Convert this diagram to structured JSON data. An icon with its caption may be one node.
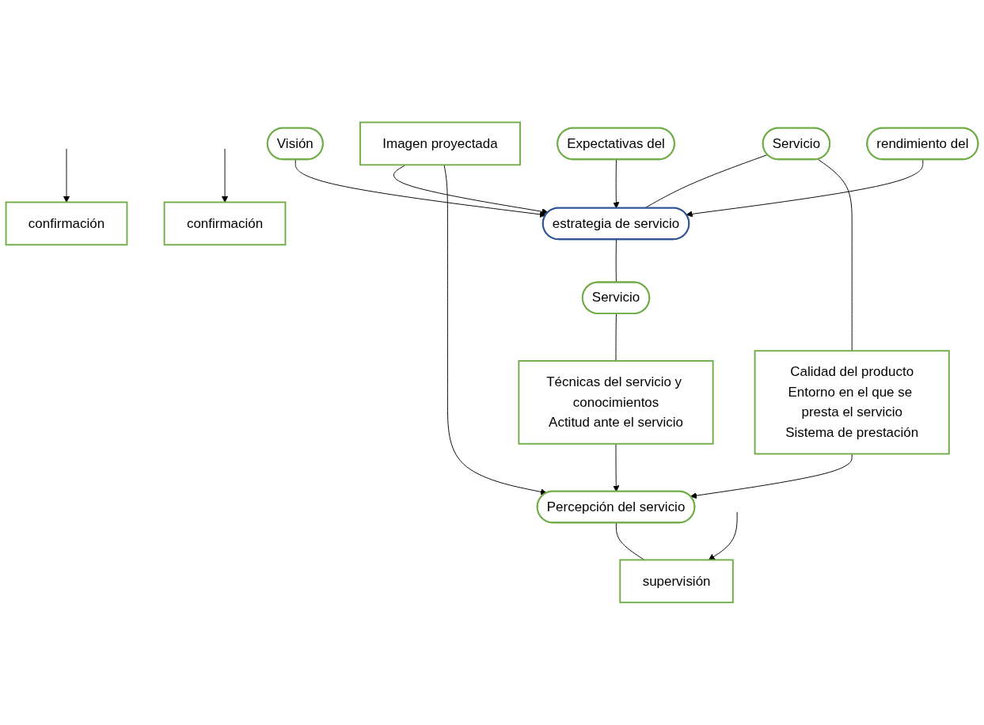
{
  "diagram": {
    "nodes": [
      {
        "text": [
          "Visión"
        ]
      },
      {
        "text": [
          "Expectativas del"
        ]
      },
      {
        "text": [
          "rendimiento del"
        ]
      },
      {
        "text": [
          "estrategia de servicio"
        ]
      },
      {
        "text": [
          "Servicio"
        ]
      },
      {
        "text": [
          "Servicio"
        ]
      },
      {
        "text": [
          "Calidad del producto",
          "Entorno en el que se presta el servicio",
          "Sistema de prestación"
        ]
      },
      {
        "text": [
          "Imagen proyectada"
        ]
      },
      {
        "text": [
          "Técnicas del servicio y conocimientos",
          "Actitud ante el servicio"
        ]
      },
      {
        "text": [
          "Percepción del servicio"
        ]
      },
      {
        "text": [
          "confirmación"
        ]
      },
      {
        "text": [
          "supervisión"
        ]
      },
      {
        "text": [
          "confirmación"
        ]
      }
    ],
    "edges": [
      {
        "from": 0,
        "to": 3,
        "arrow": "to"
      },
      {
        "from": 1,
        "to": 3,
        "arrow": "to"
      },
      {
        "from": 2,
        "to": 3,
        "arrow": "to"
      },
      {
        "from": 4,
        "to": 3,
        "arrow": "none"
      },
      {
        "from": 3,
        "to": 5,
        "arrow": "none"
      },
      {
        "from": 4,
        "to": 6,
        "arrow": "none"
      },
      {
        "from": 5,
        "to": 8,
        "arrow": "none"
      },
      {
        "from": 7,
        "to": 3,
        "arrow": "to"
      },
      {
        "from": 7,
        "to": 9,
        "arrow": "to"
      },
      {
        "from": 6,
        "to": 9,
        "arrow": "to"
      },
      {
        "from": 8,
        "to": 9,
        "arrow": "to"
      },
      {
        "from": 9,
        "to": 11,
        "arrow": "none"
      },
      {
        "from": null,
        "to": 10,
        "arrow": "to"
      },
      {
        "from": null,
        "to": 11,
        "arrow": "to"
      },
      {
        "from": null,
        "to": 12,
        "arrow": "to"
      }
    ]
  }
}
